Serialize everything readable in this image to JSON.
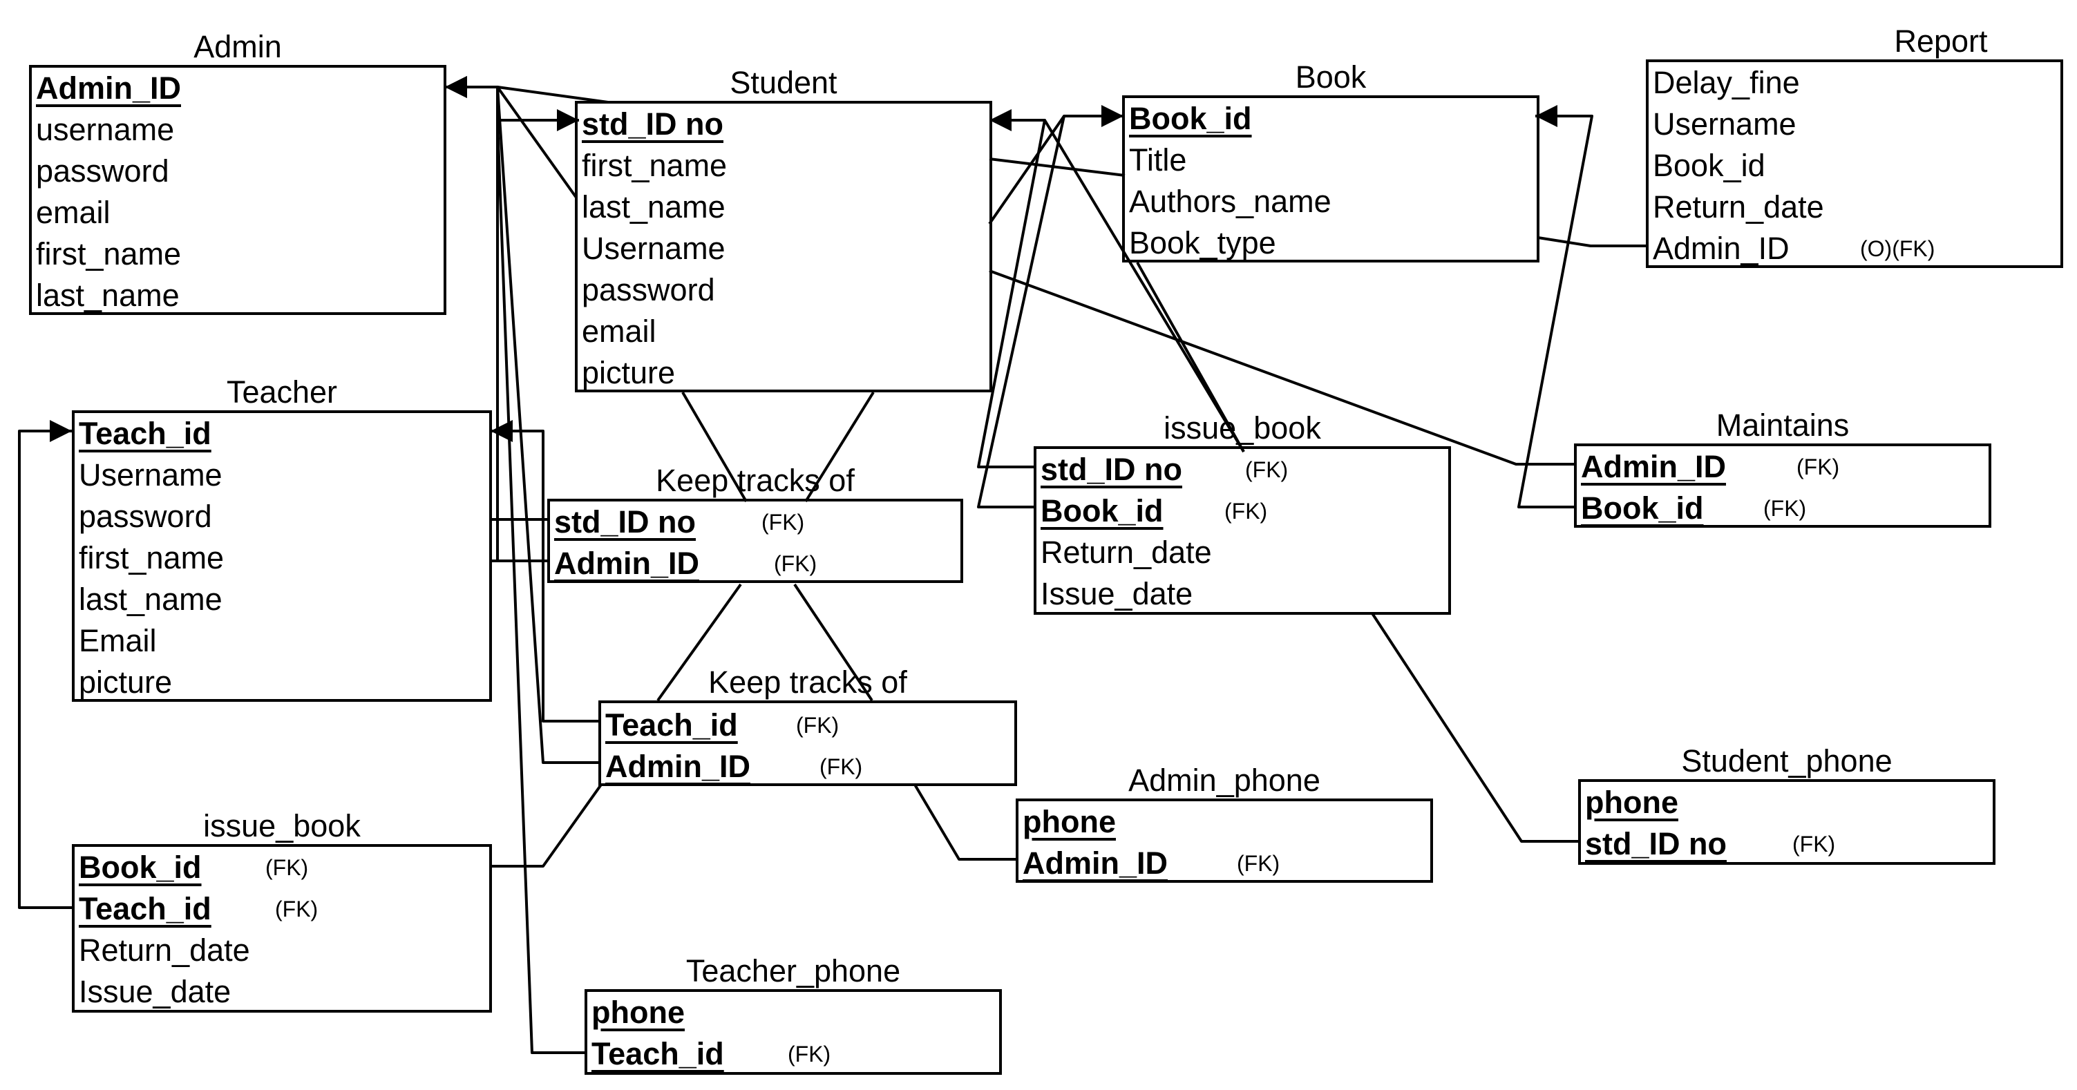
{
  "diagram": {
    "entities": [
      {
        "id": "admin",
        "title": "Admin",
        "attributes": [
          {
            "name": "Admin_ID",
            "key": true
          },
          {
            "name": "username"
          },
          {
            "name": "password"
          },
          {
            "name": "email"
          },
          {
            "name": "first_name"
          },
          {
            "name": "last_name"
          }
        ]
      },
      {
        "id": "student",
        "title": "Student",
        "attributes": [
          {
            "name": "std_ID no",
            "key": true
          },
          {
            "name": "first_name"
          },
          {
            "name": "last_name"
          },
          {
            "name": "Username"
          },
          {
            "name": "password"
          },
          {
            "name": "email"
          },
          {
            "name": "picture"
          }
        ]
      },
      {
        "id": "book",
        "title": "Book",
        "attributes": [
          {
            "name": "Book_id",
            "key": true
          },
          {
            "name": "Title"
          },
          {
            "name": "Authors_name"
          },
          {
            "name": "Book_type"
          }
        ]
      },
      {
        "id": "report",
        "title": "Report",
        "attributes": [
          {
            "name": "Delay_fine"
          },
          {
            "name": "Username"
          },
          {
            "name": "Book_id"
          },
          {
            "name": "Return_date"
          },
          {
            "name": "Admin_ID",
            "note": "(O)(FK)"
          }
        ]
      },
      {
        "id": "teacher",
        "title": "Teacher",
        "attributes": [
          {
            "name": "Teach_id",
            "key": true
          },
          {
            "name": "Username"
          },
          {
            "name": "password"
          },
          {
            "name": "first_name"
          },
          {
            "name": "last_name"
          },
          {
            "name": "Email"
          },
          {
            "name": "picture"
          }
        ]
      },
      {
        "id": "keep1",
        "title": "Keep tracks of",
        "attributes": [
          {
            "name": "std_ID no",
            "key": true,
            "note": "(FK)"
          },
          {
            "name": "Admin_ID",
            "key": true,
            "note": "(FK)"
          }
        ]
      },
      {
        "id": "issue_student",
        "title": "issue_book",
        "attributes": [
          {
            "name": "std_ID no",
            "key": true,
            "note": "(FK)"
          },
          {
            "name": "Book_id",
            "key": true,
            "note": "(FK)"
          },
          {
            "name": "Return_date"
          },
          {
            "name": "Issue_date"
          }
        ]
      },
      {
        "id": "maintains",
        "title": "Maintains",
        "attributes": [
          {
            "name": "Admin_ID",
            "key": true,
            "note": "(FK)"
          },
          {
            "name": "Book_id",
            "key": true,
            "note": "(FK)"
          }
        ]
      },
      {
        "id": "keep2",
        "title": "Keep tracks of",
        "attributes": [
          {
            "name": "Teach_id",
            "key": true,
            "note": "(FK)"
          },
          {
            "name": "Admin_ID",
            "key": true,
            "note": "(FK)"
          }
        ]
      },
      {
        "id": "admin_phone",
        "title": "Admin_phone",
        "attributes": [
          {
            "name": "phone",
            "key": true
          },
          {
            "name": "Admin_ID",
            "key": true,
            "note": "(FK)"
          }
        ]
      },
      {
        "id": "student_phone",
        "title": "Student_phone",
        "attributes": [
          {
            "name": "phone",
            "key": true
          },
          {
            "name": "std_ID no",
            "key": true,
            "note": "(FK)"
          }
        ]
      },
      {
        "id": "issue_teacher",
        "title": "issue_book",
        "attributes": [
          {
            "name": "Book_id",
            "key": true,
            "note": "(FK)"
          },
          {
            "name": "Teach_id",
            "key": true,
            "note": "(FK)"
          },
          {
            "name": "Return_date"
          },
          {
            "name": "Issue_date"
          }
        ]
      },
      {
        "id": "teacher_phone",
        "title": "Teacher_phone",
        "attributes": [
          {
            "name": "phone",
            "key": true
          },
          {
            "name": "Teach_id",
            "key": true,
            "note": "(FK)"
          }
        ]
      }
    ]
  }
}
